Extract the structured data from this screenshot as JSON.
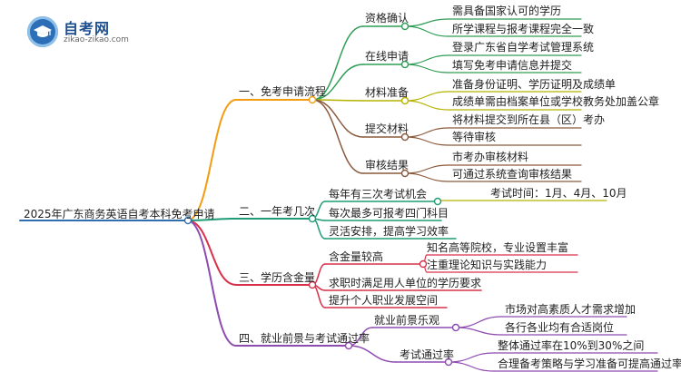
{
  "logo": {
    "title": "自考网",
    "subtitle": "zikao-zikao.com"
  },
  "colors": {
    "root": "#2f6fb0",
    "branch1": "#f39c12",
    "branch2": "#1f9b75",
    "branch3": "#d9304a",
    "branch4": "#8e4bb0",
    "line1": "#2e9d55",
    "line2": "#b5b200",
    "line3": "#8a5a3c"
  },
  "root": {
    "label": "2025年广东商务英语自考本科免考申请"
  },
  "branches": [
    {
      "label": "一、免考申请流程",
      "children": [
        {
          "label": "资格确认",
          "children": [
            "需具备国家认可的学历",
            "所学课程与报考课程完全一致"
          ]
        },
        {
          "label": "在线申请",
          "children": [
            "登录广东省自学考试管理系统",
            "填写免考申请信息并提交"
          ]
        },
        {
          "label": "材料准备",
          "children": [
            "准备身份证明、学历证明及成绩单",
            "成绩单需由档案单位或学校教务处加盖公章"
          ]
        },
        {
          "label": "提交材料",
          "children": [
            "将材料提交到所在县（区）考办",
            "等待审核"
          ]
        },
        {
          "label": "审核结果",
          "children": [
            "市考办审核材料",
            "可通过系统查询审核结果"
          ]
        }
      ]
    },
    {
      "label": "二、一年考几次",
      "children": [
        {
          "label": "每年有三次考试机会",
          "children": [
            "考试时间：1月、4月、10月"
          ]
        },
        {
          "label": "每次最多可报考四门科目",
          "children": []
        },
        {
          "label": "灵活安排，提高学习效率",
          "children": []
        }
      ]
    },
    {
      "label": "三、学历含金量",
      "children": [
        {
          "label": "含金量较高",
          "children": [
            "知名高等院校，专业设置丰富",
            "注重理论知识与实践能力"
          ]
        },
        {
          "label": "求职时满足用人单位的学历要求",
          "children": []
        },
        {
          "label": "提升个人职业发展空间",
          "children": []
        }
      ]
    },
    {
      "label": "四、就业前景与考试通过率",
      "children": [
        {
          "label": "就业前景乐观",
          "children": [
            "市场对高素质人才需求增加",
            "各行各业均有合适岗位"
          ]
        },
        {
          "label": "考试通过率",
          "children": [
            "整体通过率在10%到30%之间",
            "合理备考策略与学习准备可提高通过率"
          ]
        }
      ]
    }
  ]
}
